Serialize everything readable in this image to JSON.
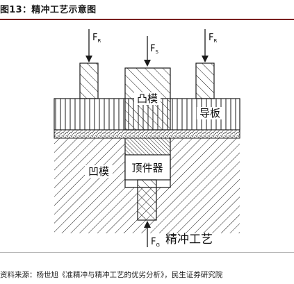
{
  "title": "图13：精冲工艺示意图",
  "labels": {
    "punch": "凸模",
    "guide_plate": "导板",
    "die": "凹模",
    "ejector": "顶件器",
    "process": "精冲工艺"
  },
  "forces": {
    "side_force_left": {
      "main": "F",
      "sub": "R"
    },
    "side_force_right": {
      "main": "F",
      "sub": "R"
    },
    "punch_force": {
      "main": "F",
      "sub": "S"
    },
    "counter_force": {
      "main": "F",
      "sub": "G"
    }
  },
  "source": "资料来源：杨世旭《准精冲与精冲工艺的优劣分析》，民生证券研究院",
  "colors": {
    "title_rule": "#7a1f1f",
    "line": "#1a1a1a"
  }
}
